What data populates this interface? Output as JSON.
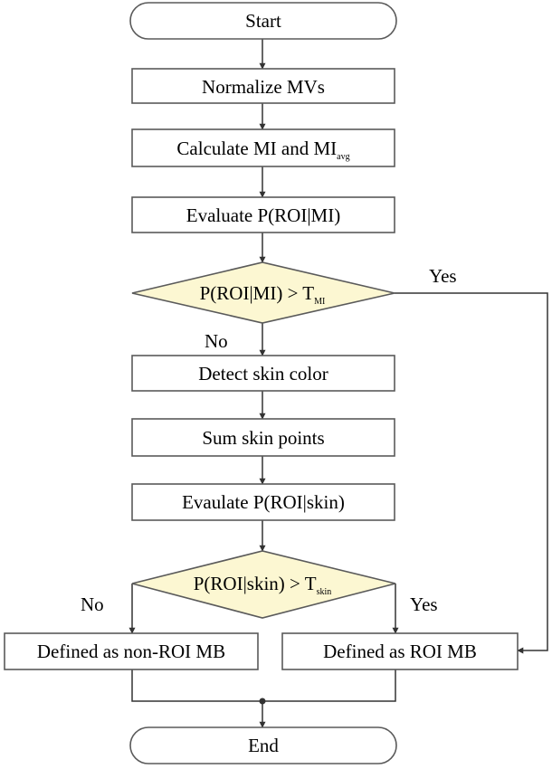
{
  "nodes": {
    "start": "Start",
    "normalize": "Normalize MVs",
    "calculate": {
      "text": "Calculate MI and MI",
      "sub": "avg"
    },
    "evaluate_mi": "Evaluate P(ROI|MI)",
    "decision_mi": {
      "text": "P(ROI|MI) > T",
      "sub": "MI"
    },
    "detect": "Detect skin color",
    "sum": "Sum skin points",
    "evaluate_skin": "Evaulate P(ROI|skin)",
    "decision_skin": {
      "text": "P(ROI|skin) > T",
      "sub": "skin"
    },
    "non_roi": "Defined as non-ROI MB",
    "roi": "Defined as ROI MB",
    "end": "End"
  },
  "branches": {
    "mi_yes": "Yes",
    "mi_no": "No",
    "skin_no": "No",
    "skin_yes": "Yes"
  },
  "colors": {
    "decision_fill": "#fcf7d2",
    "box_stroke": "#5a5a5a",
    "edge": "#333333"
  }
}
